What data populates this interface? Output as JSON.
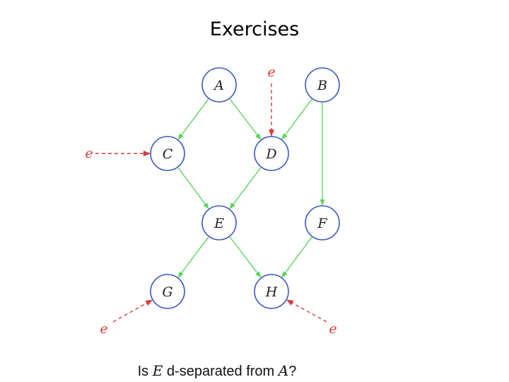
{
  "slide": {
    "title": "Exercises"
  },
  "graph": {
    "nodes": [
      {
        "id": "A",
        "label": "A"
      },
      {
        "id": "B",
        "label": "B"
      },
      {
        "id": "C",
        "label": "C"
      },
      {
        "id": "D",
        "label": "D"
      },
      {
        "id": "E",
        "label": "E"
      },
      {
        "id": "F",
        "label": "F"
      },
      {
        "id": "G",
        "label": "G"
      },
      {
        "id": "H",
        "label": "H"
      }
    ],
    "edges": [
      {
        "from": "A",
        "to": "C"
      },
      {
        "from": "A",
        "to": "D"
      },
      {
        "from": "B",
        "to": "D"
      },
      {
        "from": "B",
        "to": "F"
      },
      {
        "from": "C",
        "to": "E"
      },
      {
        "from": "D",
        "to": "E"
      },
      {
        "from": "E",
        "to": "G"
      },
      {
        "from": "E",
        "to": "H"
      },
      {
        "from": "F",
        "to": "H"
      }
    ],
    "evidence_label": "e",
    "evidence_targets": [
      "D",
      "C",
      "G",
      "H"
    ],
    "colors": {
      "node_stroke": "#3b57c4",
      "node_label": "#222222",
      "edge": "#5fd35f",
      "evidence": "#d93a3a"
    }
  },
  "question": {
    "prefix": "Is ",
    "var1": "E",
    "middle": " d-separated from ",
    "var2": "A",
    "suffix": "?"
  }
}
